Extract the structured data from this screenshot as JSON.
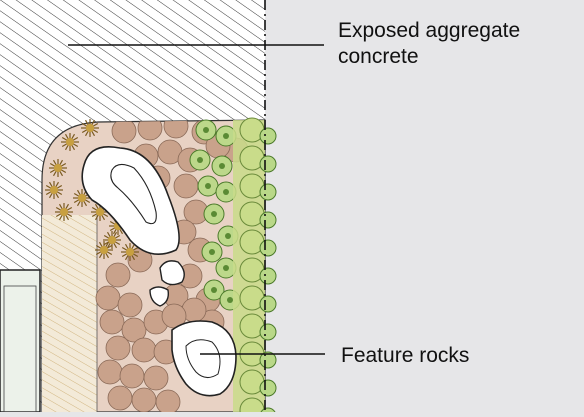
{
  "labels": {
    "concrete_line1": "Exposed aggregate",
    "concrete_line2": "concrete",
    "rocks": "Feature rocks"
  },
  "colors": {
    "background": "#e6e6e8",
    "concrete_hatch": "#222222",
    "gravel": "#e8d2c4",
    "boulder_shrub": "#c9a28b",
    "groundcover_green": "#bcd88a",
    "hedge_green": "#c9dc8a",
    "spiky_plant": "#c8a040",
    "rock": "#ffffff",
    "leader_line": "#111111"
  }
}
